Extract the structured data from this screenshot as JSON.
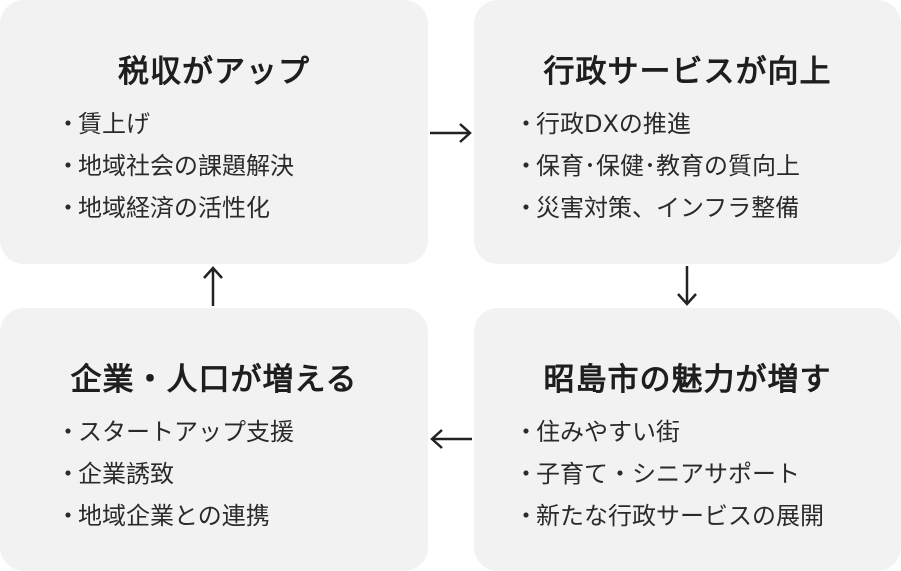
{
  "cards": {
    "tax": {
      "title": "税収がアップ",
      "items": [
        "賃上げ",
        "地域社会の課題解決",
        "地域経済の活性化"
      ]
    },
    "services": {
      "title": "行政サービスが向上",
      "items": [
        "行政DXの推進",
        "保育･保健･教育の質向上",
        "災害対策、インフラ整備"
      ]
    },
    "attractiveness": {
      "title": "昭島市の魅力が増す",
      "items": [
        "住みやすい街",
        "子育て・シニアサポート",
        "新たな行政サービスの展開"
      ]
    },
    "business": {
      "title": "企業・人口が増える",
      "items": [
        "スタートアップ支援",
        "企業誘致",
        "地域企業との連携"
      ]
    }
  },
  "bullet": "・",
  "colors": {
    "card_bg": "#f2f2f2",
    "text": "#222222",
    "arrow": "#222222"
  },
  "arrows": [
    "arrow-right",
    "arrow-down",
    "arrow-left",
    "arrow-up"
  ]
}
